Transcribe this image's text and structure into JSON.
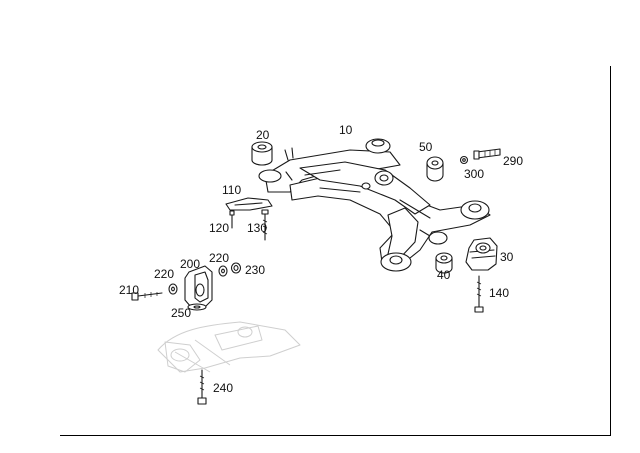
{
  "diagram": {
    "callouts": [
      {
        "id": "10",
        "label": "10"
      },
      {
        "id": "20",
        "label": "20"
      },
      {
        "id": "30",
        "label": "30"
      },
      {
        "id": "40",
        "label": "40"
      },
      {
        "id": "50",
        "label": "50"
      },
      {
        "id": "110",
        "label": "110"
      },
      {
        "id": "120",
        "label": "120"
      },
      {
        "id": "130",
        "label": "130"
      },
      {
        "id": "140",
        "label": "140"
      },
      {
        "id": "200",
        "label": "200"
      },
      {
        "id": "210",
        "label": "210"
      },
      {
        "id": "220a",
        "label": "220"
      },
      {
        "id": "220b",
        "label": "220"
      },
      {
        "id": "230",
        "label": "230"
      },
      {
        "id": "240",
        "label": "240"
      },
      {
        "id": "250",
        "label": "250"
      },
      {
        "id": "290",
        "label": "290"
      },
      {
        "id": "300",
        "label": "300"
      }
    ]
  }
}
